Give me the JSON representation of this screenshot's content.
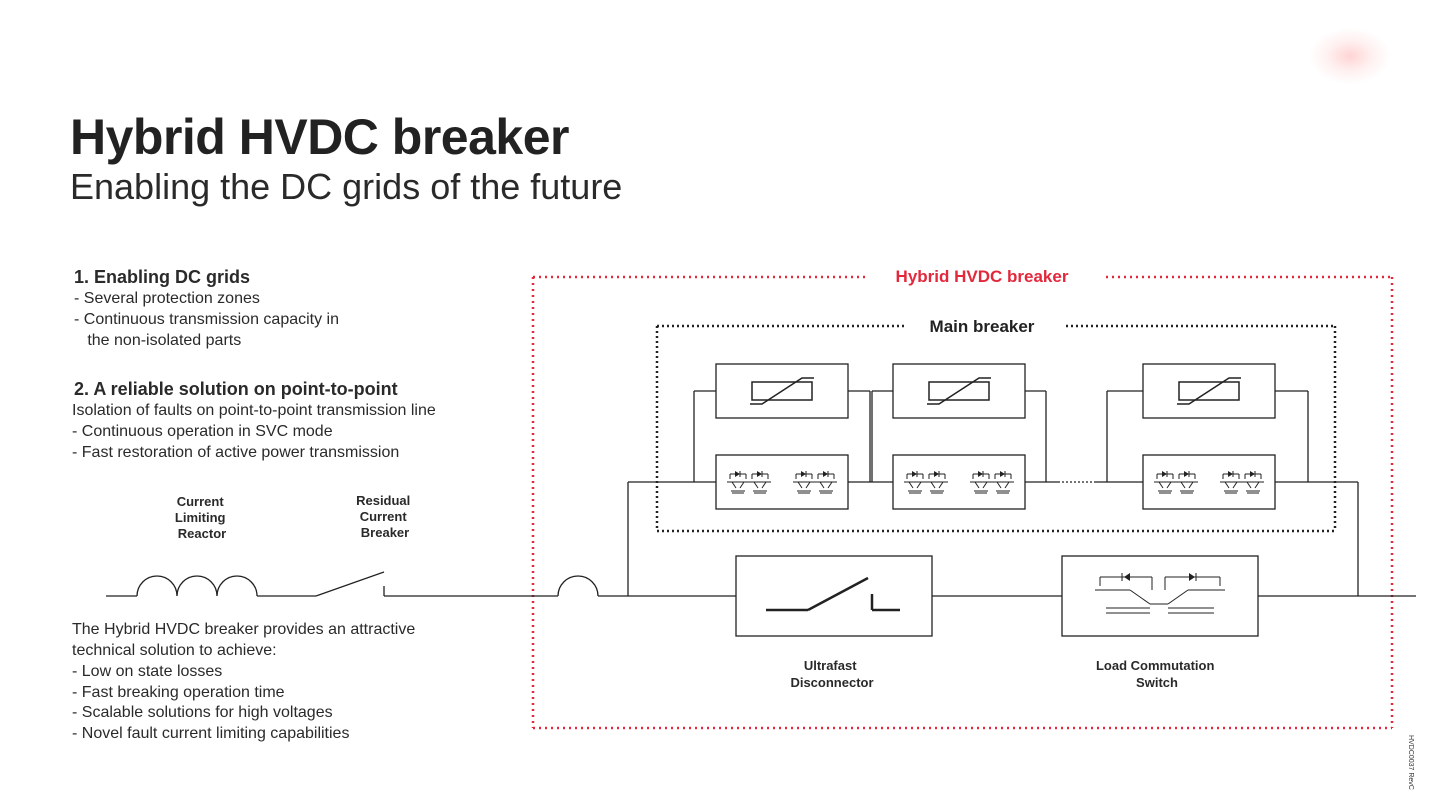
{
  "header": {
    "title": "Hybrid HVDC breaker",
    "subtitle": "Enabling the DC grids of the future"
  },
  "sections": [
    {
      "heading": "1. Enabling DC grids",
      "lines": [
        "- Several protection zones",
        "- Continuous transmission capacity in",
        "   the non-isolated parts"
      ]
    },
    {
      "heading": "2. A reliable solution on point-to-point",
      "lines": [
        "Isolation of faults on point-to-point transmission line",
        "- Continuous operation in SVC mode",
        "- Fast restoration of active power transmission"
      ]
    }
  ],
  "summary": {
    "lines": [
      "The Hybrid HVDC breaker provides an attractive",
      "technical solution to achieve:",
      "- Low on state losses",
      "- Fast breaking operation time",
      "- Scalable solutions for high voltages",
      "- Novel fault current limiting capabilities"
    ]
  },
  "diagram": {
    "outer_box_label": "Hybrid HVDC breaker",
    "inner_box_label": "Main breaker",
    "reactor_label": [
      "Current",
      "Limiting",
      "Reactor"
    ],
    "residual_breaker_label": [
      "Residual",
      "Current",
      "Breaker"
    ],
    "disconnector_label": [
      "Ultrafast",
      "Disconnector"
    ],
    "lcs_label": [
      "Load Commutation",
      "Switch"
    ],
    "accent_color": "#e4283c"
  },
  "footer": {
    "doc_id": "HVDC0037 RevC"
  }
}
